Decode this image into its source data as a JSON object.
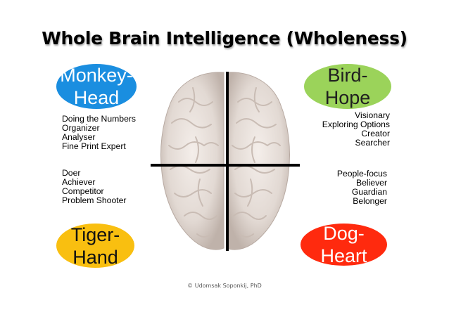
{
  "title": "Whole Brain Intelligence (Wholeness)",
  "quadrants": {
    "top_left": {
      "oval_lines": [
        "Monkey-",
        "Head"
      ],
      "oval_color": "#1a8ee0",
      "traits": [
        "Doing the Numbers",
        "Organizer",
        "Analyser",
        "Fine Print Expert"
      ]
    },
    "top_right": {
      "oval_lines": [
        "Bird-",
        "Hope"
      ],
      "oval_color": "#9bd35a",
      "traits": [
        "Visionary",
        "Exploring Options",
        "Creator",
        "Searcher"
      ]
    },
    "bottom_left": {
      "oval_lines": [
        "Tiger-",
        "Hand"
      ],
      "oval_color": "#f9bf10",
      "traits": [
        "Doer",
        "Achiever",
        "Competitor",
        "Problem Shooter"
      ]
    },
    "bottom_right": {
      "oval_lines": [
        "Dog-",
        "Heart"
      ],
      "oval_color": "#ff2a0e",
      "traits": [
        "People-focus",
        "Believer",
        "Guardian",
        "Belonger"
      ]
    }
  },
  "center_image": "brain-top-view",
  "copyright": "© Udomsak Soponkij, PhD"
}
